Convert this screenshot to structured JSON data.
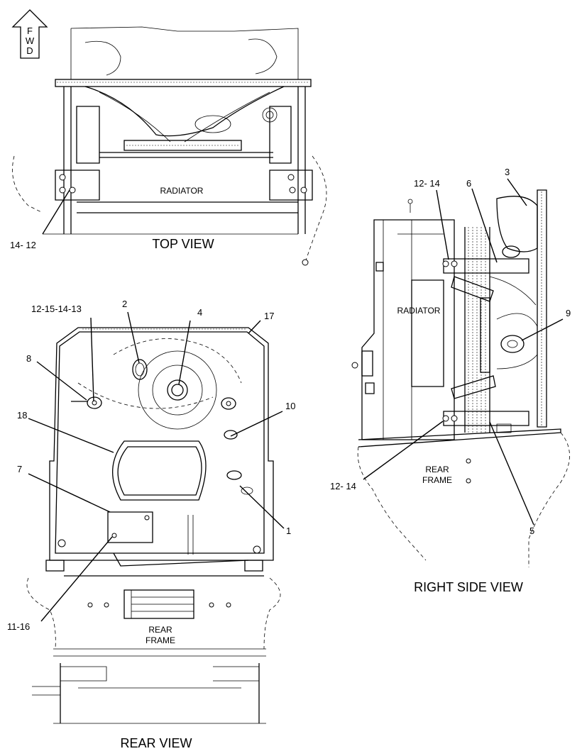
{
  "views": {
    "top": {
      "title": "TOP VIEW",
      "radiator_label": "RADIATOR"
    },
    "rear": {
      "title": "REAR VIEW",
      "frame_label_line1": "REAR",
      "frame_label_line2": "FRAME"
    },
    "right_side": {
      "title": "RIGHT SIDE VIEW",
      "radiator_label": "RADIATOR",
      "frame_label_line1": "REAR",
      "frame_label_line2": "FRAME"
    }
  },
  "fwd_arrow": {
    "letters": [
      "F",
      "W",
      "D"
    ]
  },
  "callouts": {
    "top_14_12": "14- 12",
    "rear_12_15_14_13": "12-15-14-13",
    "rear_2": "2",
    "rear_4": "4",
    "rear_17": "17",
    "rear_8": "8",
    "rear_10": "10",
    "rear_18": "18",
    "rear_7": "7",
    "rear_1": "1",
    "rear_11_16": "11-16",
    "side_12_14_top": "12- 14",
    "side_6": "6",
    "side_3": "3",
    "side_9": "9",
    "side_12_14_bottom": "12- 14",
    "side_5": "5"
  }
}
